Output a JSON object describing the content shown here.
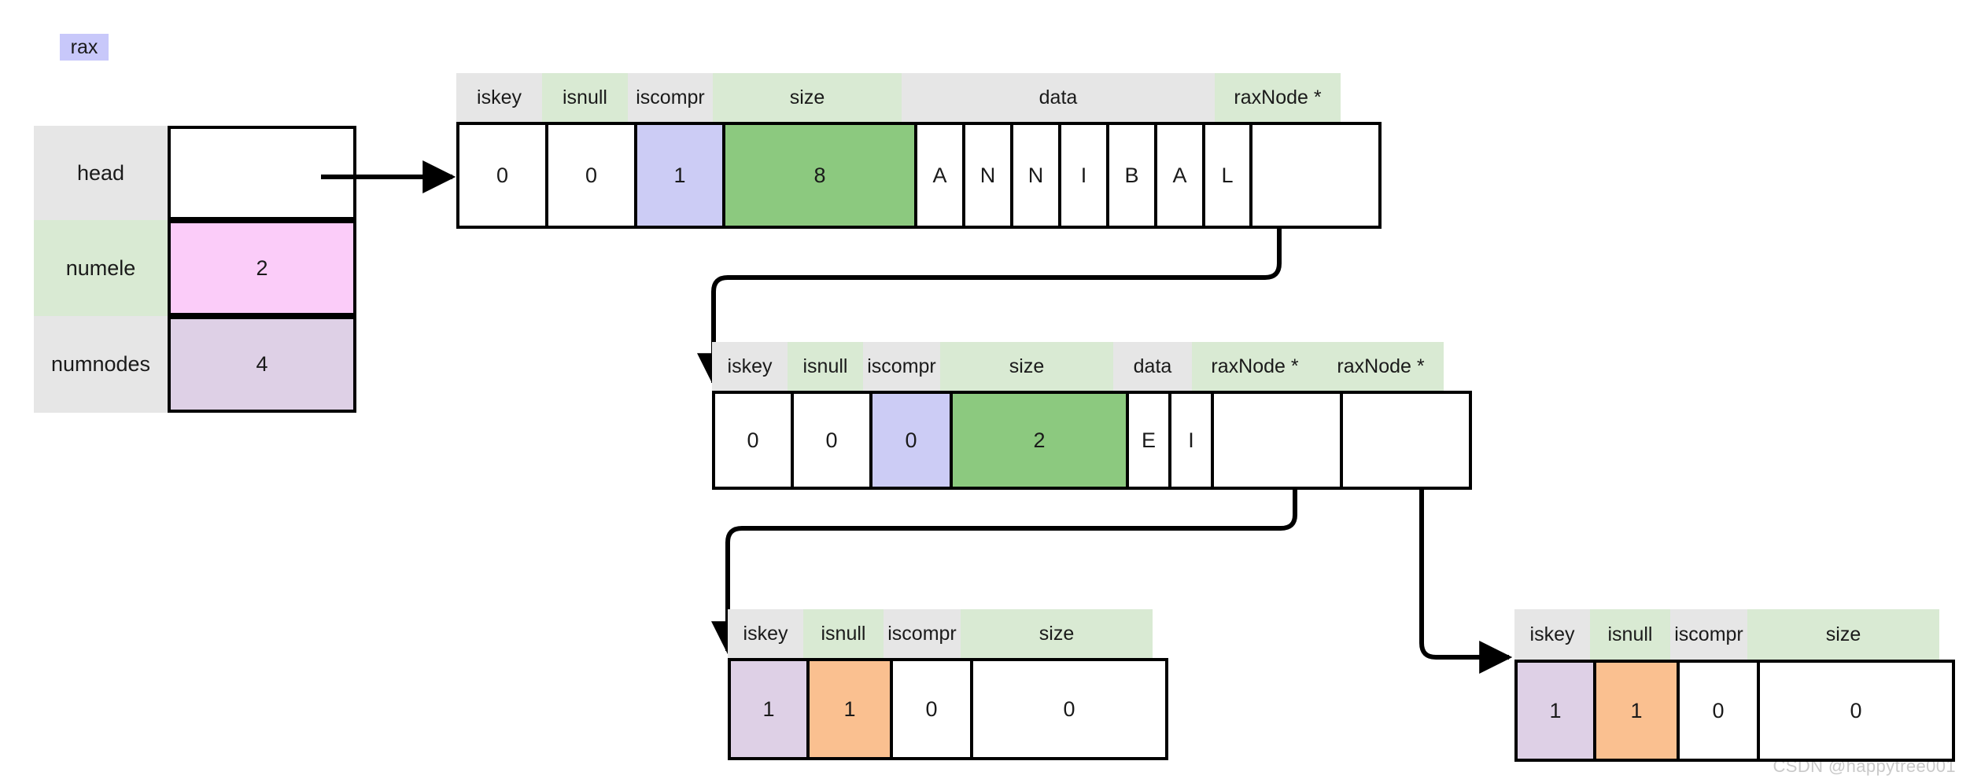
{
  "title": "rax radix tree structure diagram",
  "watermark": "CSDN @happytree001",
  "colors": {
    "header_gray": "#e6e6e6",
    "header_green": "#d9ead3",
    "lavender": "#ccccf5",
    "green": "#8cc97f",
    "pink": "#fbccf9",
    "purple": "#ded0e6",
    "orange": "#fac090",
    "white": "#ffffff",
    "border": "#000000",
    "watermark": "#c9c9c9"
  },
  "rax_tag": {
    "label": "rax"
  },
  "rax_struct": {
    "rows": [
      {
        "label": "head",
        "value": "",
        "value_bg": "#ffffff",
        "label_bg": "#e6e6e6"
      },
      {
        "label": "numele",
        "value": "2",
        "value_bg": "#fbccf9",
        "label_bg": "#d9ead3"
      },
      {
        "label": "numnodes",
        "value": "4",
        "value_bg": "#ded0e6",
        "label_bg": "#e6e6e6"
      }
    ]
  },
  "nodes": [
    {
      "id": "node1",
      "headers": [
        {
          "label": "iskey",
          "bg": "#e6e6e6"
        },
        {
          "label": "isnull",
          "bg": "#d9ead3"
        },
        {
          "label": "iscompr",
          "bg": "#e6e6e6"
        },
        {
          "label": "size",
          "bg": "#d9ead3"
        },
        {
          "label": "data",
          "bg": "#e6e6e6"
        },
        {
          "label": "raxNode *",
          "bg": "#d9ead3"
        }
      ],
      "cells": [
        {
          "value": "0",
          "bg": "#ffffff"
        },
        {
          "value": "0",
          "bg": "#ffffff"
        },
        {
          "value": "1",
          "bg": "#ccccf5"
        },
        {
          "value": "8",
          "bg": "#8cc97f"
        },
        {
          "value": "A",
          "bg": "#ffffff"
        },
        {
          "value": "N",
          "bg": "#ffffff"
        },
        {
          "value": "N",
          "bg": "#ffffff"
        },
        {
          "value": "I",
          "bg": "#ffffff"
        },
        {
          "value": "B",
          "bg": "#ffffff"
        },
        {
          "value": "A",
          "bg": "#ffffff"
        },
        {
          "value": "L",
          "bg": "#ffffff"
        },
        {
          "value": "",
          "bg": "#ffffff"
        }
      ]
    },
    {
      "id": "node2",
      "headers": [
        {
          "label": "iskey",
          "bg": "#e6e6e6"
        },
        {
          "label": "isnull",
          "bg": "#d9ead3"
        },
        {
          "label": "iscompr",
          "bg": "#e6e6e6"
        },
        {
          "label": "size",
          "bg": "#d9ead3"
        },
        {
          "label": "data",
          "bg": "#e6e6e6"
        },
        {
          "label": "raxNode *",
          "bg": "#d9ead3"
        },
        {
          "label": "raxNode *",
          "bg": "#d9ead3"
        }
      ],
      "cells": [
        {
          "value": "0",
          "bg": "#ffffff"
        },
        {
          "value": "0",
          "bg": "#ffffff"
        },
        {
          "value": "0",
          "bg": "#ccccf5"
        },
        {
          "value": "2",
          "bg": "#8cc97f"
        },
        {
          "value": "E",
          "bg": "#ffffff"
        },
        {
          "value": "I",
          "bg": "#ffffff"
        },
        {
          "value": "",
          "bg": "#ffffff"
        },
        {
          "value": "",
          "bg": "#ffffff"
        }
      ]
    },
    {
      "id": "node3",
      "headers": [
        {
          "label": "iskey",
          "bg": "#e6e6e6"
        },
        {
          "label": "isnull",
          "bg": "#d9ead3"
        },
        {
          "label": "iscompr",
          "bg": "#e6e6e6"
        },
        {
          "label": "size",
          "bg": "#d9ead3"
        }
      ],
      "cells": [
        {
          "value": "1",
          "bg": "#ded0e6"
        },
        {
          "value": "1",
          "bg": "#fac090"
        },
        {
          "value": "0",
          "bg": "#ffffff"
        },
        {
          "value": "0",
          "bg": "#ffffff"
        }
      ]
    },
    {
      "id": "node4",
      "headers": [
        {
          "label": "iskey",
          "bg": "#e6e6e6"
        },
        {
          "label": "isnull",
          "bg": "#d9ead3"
        },
        {
          "label": "iscompr",
          "bg": "#e6e6e6"
        },
        {
          "label": "size",
          "bg": "#d9ead3"
        }
      ],
      "cells": [
        {
          "value": "1",
          "bg": "#ded0e6"
        },
        {
          "value": "1",
          "bg": "#fac090"
        },
        {
          "value": "0",
          "bg": "#ffffff"
        },
        {
          "value": "0",
          "bg": "#ffffff"
        }
      ]
    }
  ],
  "connectors": [
    {
      "from": "rax.head",
      "to": "node1"
    },
    {
      "from": "node1.raxNode0",
      "to": "node2"
    },
    {
      "from": "node2.raxNode0",
      "to": "node3"
    },
    {
      "from": "node2.raxNode1",
      "to": "node4"
    }
  ]
}
